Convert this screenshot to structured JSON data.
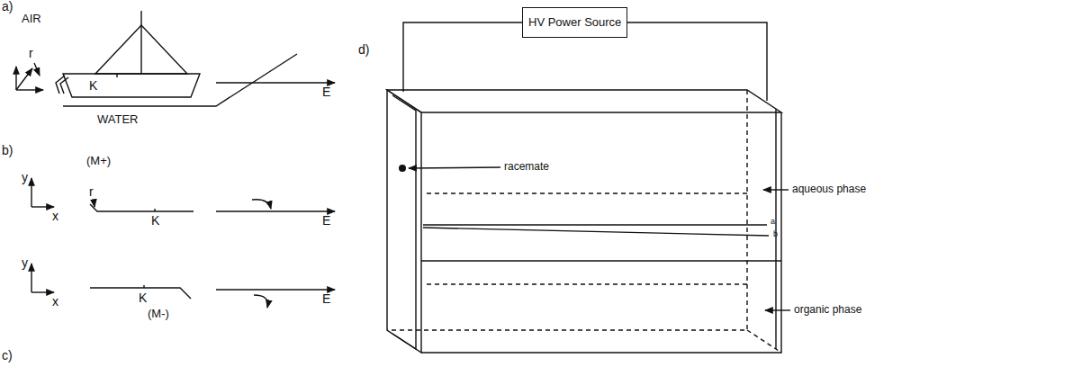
{
  "diagram": {
    "nodes": [
      {
        "text": [
          "HV Power Source"
        ]
      }
    ],
    "labels": [
      "a)",
      "AIR",
      "r",
      "K",
      "E",
      "WATER",
      "b)",
      "(M+)",
      "y",
      "x",
      "r",
      "K",
      "E",
      "y",
      "x",
      "K",
      "E",
      "c)",
      "(M-)",
      "d)",
      "racemate",
      "aqueous phase",
      "organic phase",
      "a",
      "b"
    ]
  }
}
